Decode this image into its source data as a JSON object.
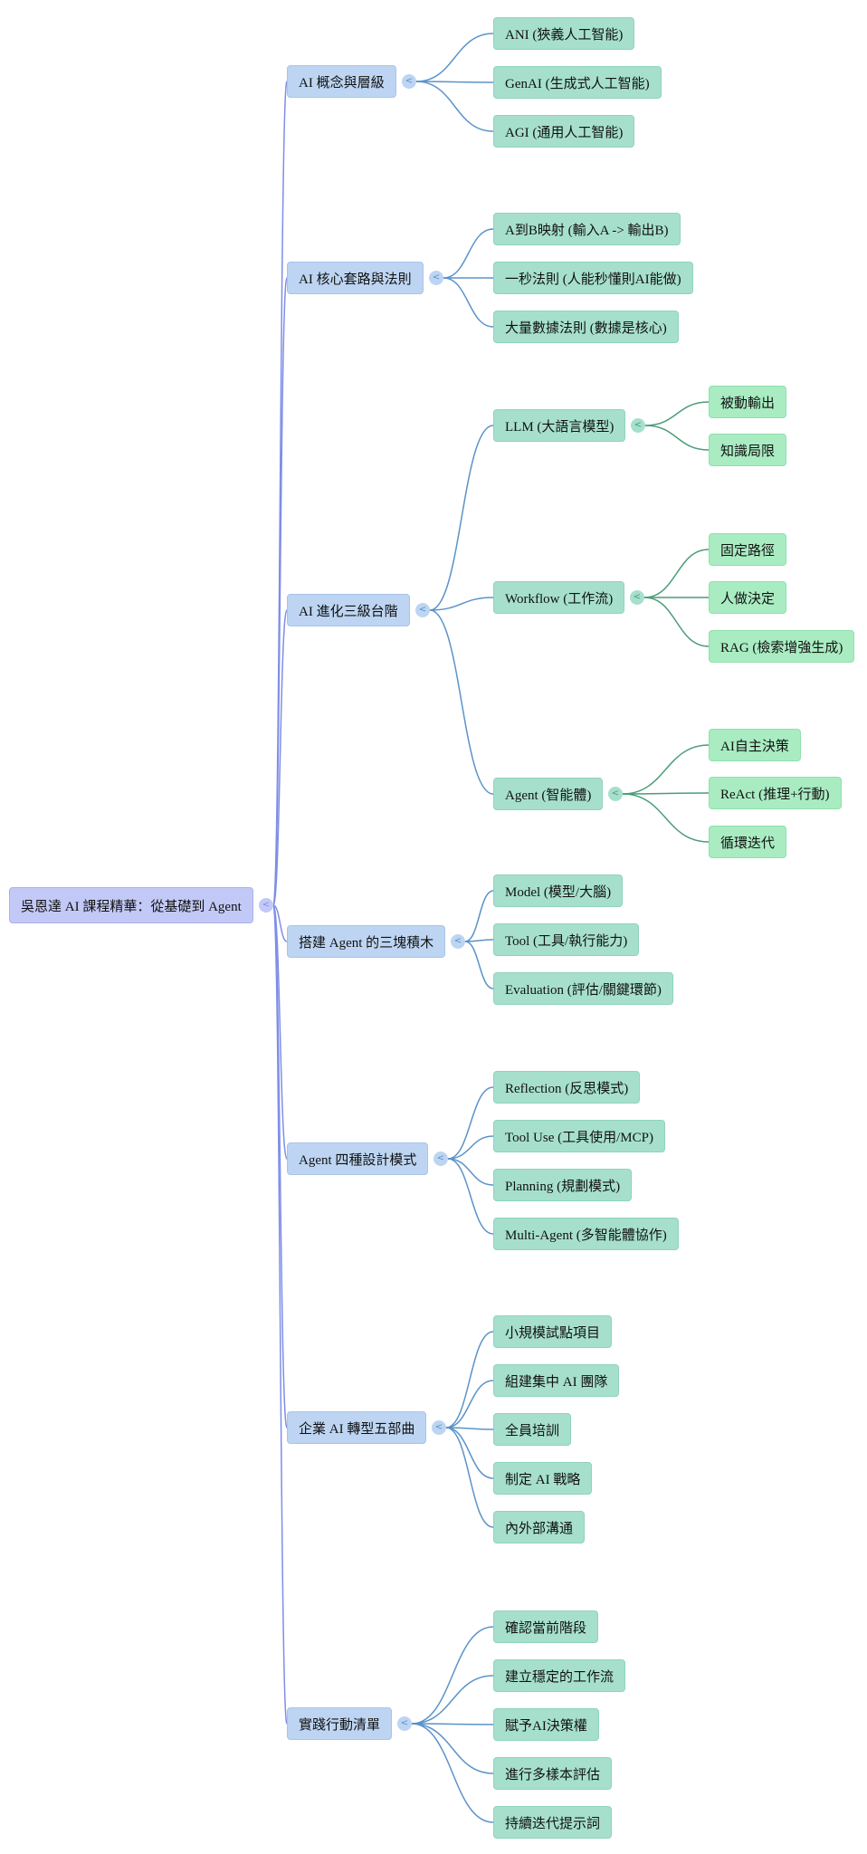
{
  "colors": {
    "root_fill": "#c3c9f6",
    "level1_fill": "#bdd5f2",
    "level2_fill": "#a6e0cd",
    "level3_fill": "#a9ecc2",
    "root_link": "#7f8ee6",
    "level1_link": "#5b93c9",
    "level2_link": "#4c9c78"
  },
  "collapse_icon": "chevron-left-icon",
  "collapse_glyph": "<",
  "root": {
    "label": "吳恩達 AI 課程精華：從基礎到 Agent",
    "children": [
      {
        "label": "AI 概念與層級",
        "children": [
          {
            "label": "ANI (狹義人工智能)"
          },
          {
            "label": "GenAI (生成式人工智能)"
          },
          {
            "label": "AGI (通用人工智能)"
          }
        ]
      },
      {
        "label": "AI 核心套路與法則",
        "children": [
          {
            "label": "A到B映射 (輸入A -> 輸出B)"
          },
          {
            "label": "一秒法則 (人能秒懂則AI能做)"
          },
          {
            "label": "大量數據法則 (數據是核心)"
          }
        ]
      },
      {
        "label": "AI 進化三級台階",
        "children": [
          {
            "label": "LLM (大語言模型)",
            "children": [
              {
                "label": "被動輸出"
              },
              {
                "label": "知識局限"
              }
            ]
          },
          {
            "label": "Workflow (工作流)",
            "children": [
              {
                "label": "固定路徑"
              },
              {
                "label": "人做決定"
              },
              {
                "label": "RAG (檢索增強生成)"
              }
            ]
          },
          {
            "label": "Agent (智能體)",
            "children": [
              {
                "label": "AI自主決策"
              },
              {
                "label": "ReAct (推理+行動)"
              },
              {
                "label": "循環迭代"
              }
            ]
          }
        ]
      },
      {
        "label": "搭建 Agent 的三塊積木",
        "children": [
          {
            "label": "Model (模型/大腦)"
          },
          {
            "label": "Tool (工具/執行能力)"
          },
          {
            "label": "Evaluation (評估/關鍵環節)"
          }
        ]
      },
      {
        "label": "Agent 四種設計模式",
        "children": [
          {
            "label": "Reflection (反思模式)"
          },
          {
            "label": "Tool Use (工具使用/MCP)"
          },
          {
            "label": "Planning (規劃模式)"
          },
          {
            "label": "Multi-Agent (多智能體協作)"
          }
        ]
      },
      {
        "label": "企業 AI 轉型五部曲",
        "children": [
          {
            "label": "小規模試點項目"
          },
          {
            "label": "組建集中 AI 團隊"
          },
          {
            "label": "全員培訓"
          },
          {
            "label": "制定 AI 戰略"
          },
          {
            "label": "內外部溝通"
          }
        ]
      },
      {
        "label": "實踐行動清單",
        "children": [
          {
            "label": "確認當前階段"
          },
          {
            "label": "建立穩定的工作流"
          },
          {
            "label": "賦予AI決策權"
          },
          {
            "label": "進行多樣本評估"
          },
          {
            "label": "持續迭代提示詞"
          }
        ]
      }
    ]
  }
}
